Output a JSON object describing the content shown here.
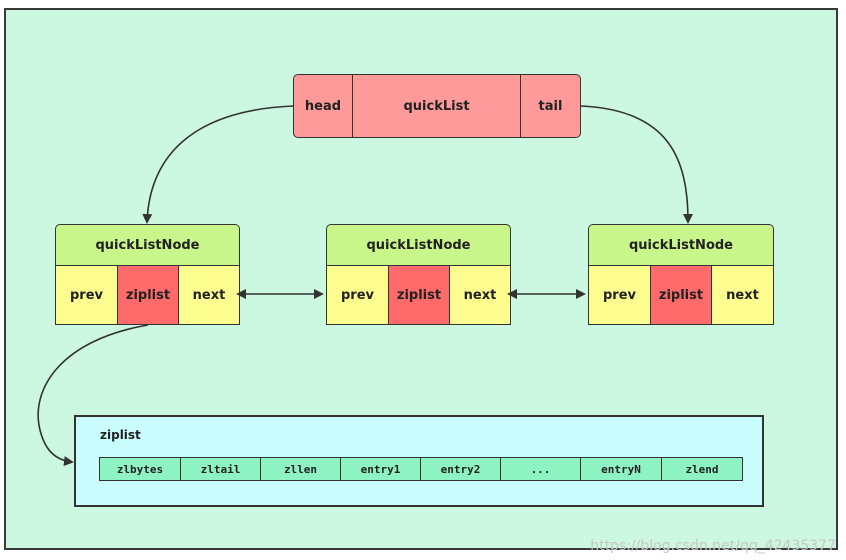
{
  "quicklist": {
    "head": "head",
    "title": "quickList",
    "tail": "tail"
  },
  "nodes": [
    {
      "title": "quickListNode",
      "prev": "prev",
      "ziplist": "ziplist",
      "next": "next"
    },
    {
      "title": "quickListNode",
      "prev": "prev",
      "ziplist": "ziplist",
      "next": "next"
    },
    {
      "title": "quickListNode",
      "prev": "prev",
      "ziplist": "ziplist",
      "next": "next"
    }
  ],
  "ziplist": {
    "title": "ziplist",
    "fields": [
      "zlbytes",
      "zltail",
      "zllen",
      "entry1",
      "entry2",
      "...",
      "entryN",
      "zlend"
    ]
  },
  "watermark": "https://blog.csdn.net/qq_42435377",
  "colors": {
    "background": "#ccf8e2",
    "quicklist": "#ff9a9a",
    "node_title": "#c9f68b",
    "pointer_cell": "#fdfd8f",
    "ziplist_cell": "#ff6a6a",
    "ziplist_panel": "#c9fcfc",
    "ziplist_field": "#8ef3c3"
  }
}
